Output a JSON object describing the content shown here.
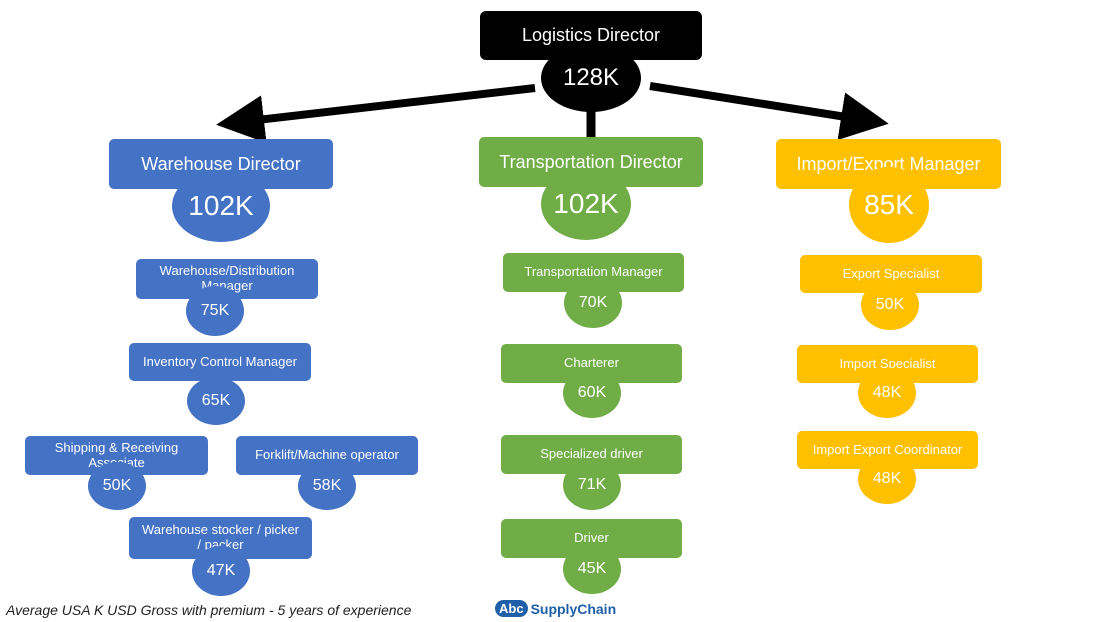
{
  "root": {
    "title": "Logistics Director",
    "salary": "128K"
  },
  "branches": {
    "warehouse": {
      "title": "Warehouse Director",
      "salary": "102K"
    },
    "transport": {
      "title": "Transportation Director",
      "salary": "102K"
    },
    "import": {
      "title": "Import/Export Manager",
      "salary": "85K"
    }
  },
  "warehouse_roles": [
    {
      "title": "Warehouse/Distribution Manager",
      "salary": "75K"
    },
    {
      "title": "Inventory Control Manager",
      "salary": "65K"
    },
    {
      "title": "Shipping & Receiving Associate",
      "salary": "50K"
    },
    {
      "title": "Forklift/Machine operator",
      "salary": "58K"
    },
    {
      "title": "Warehouse stocker / picker / packer",
      "salary": "47K"
    }
  ],
  "transport_roles": [
    {
      "title": "Transportation Manager",
      "salary": "70K"
    },
    {
      "title": "Charterer",
      "salary": "60K"
    },
    {
      "title": "Specialized driver",
      "salary": "71K"
    },
    {
      "title": "Driver",
      "salary": "45K"
    }
  ],
  "import_roles": [
    {
      "title": "Export Specialist",
      "salary": "50K"
    },
    {
      "title": "Import Specialist",
      "salary": "48K"
    },
    {
      "title": "Import Export Coordinator",
      "salary": "48K"
    }
  ],
  "footer": "Average USA K USD Gross with premium - 5 years of experience",
  "logo": {
    "badge": "Abc",
    "text": "SupplyChain"
  },
  "colors": {
    "warehouse": "#4472C4",
    "transport": "#70AD47",
    "import": "#FFC000",
    "root": "#000000"
  }
}
